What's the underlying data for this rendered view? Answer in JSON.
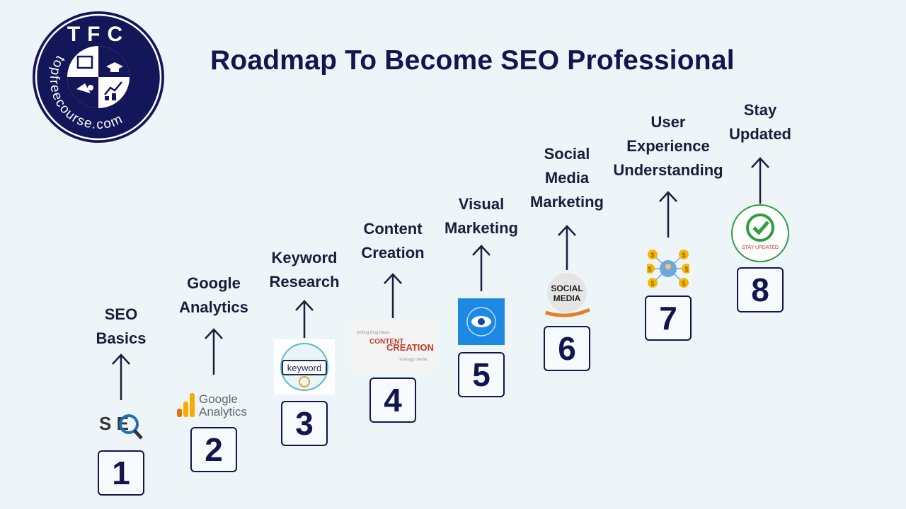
{
  "logo": {
    "initials": "TFC",
    "site": "topfreecourse.com"
  },
  "title": "Roadmap To Become SEO Professional",
  "steps": [
    {
      "number": "1",
      "label": "SEO\nBasics",
      "icon": "seo-magnifier-icon",
      "icon_text": "SEO"
    },
    {
      "number": "2",
      "label": "Google\nAnalytics",
      "icon": "google-analytics-icon",
      "icon_text": "Google\nAnalytics"
    },
    {
      "number": "3",
      "label": "Keyword\nResearch",
      "icon": "keyword-search-icon",
      "icon_text": "keyword"
    },
    {
      "number": "4",
      "label": "Content\nCreation",
      "icon": "content-creation-wordcloud-icon",
      "icon_text": "CONTENT\nCREATION"
    },
    {
      "number": "5",
      "label": "Visual\nMarketing",
      "icon": "eye-network-icon",
      "icon_text": ""
    },
    {
      "number": "6",
      "label": "Social\nMedia\nMarketing",
      "icon": "social-media-globe-icon",
      "icon_text": "SOCIAL\nMEDIA"
    },
    {
      "number": "7",
      "label": "User\nExperience\nUnderstanding",
      "icon": "user-network-dollar-icon",
      "icon_text": "$"
    },
    {
      "number": "8",
      "label": "Stay\nUpdated",
      "icon": "checkmark-badge-icon",
      "icon_text": "STAY UPDATED"
    }
  ],
  "colors": {
    "background": "#eef5f9",
    "navy": "#13154f",
    "text": "#1b1d3a",
    "check_green": "#2e9e3e"
  }
}
